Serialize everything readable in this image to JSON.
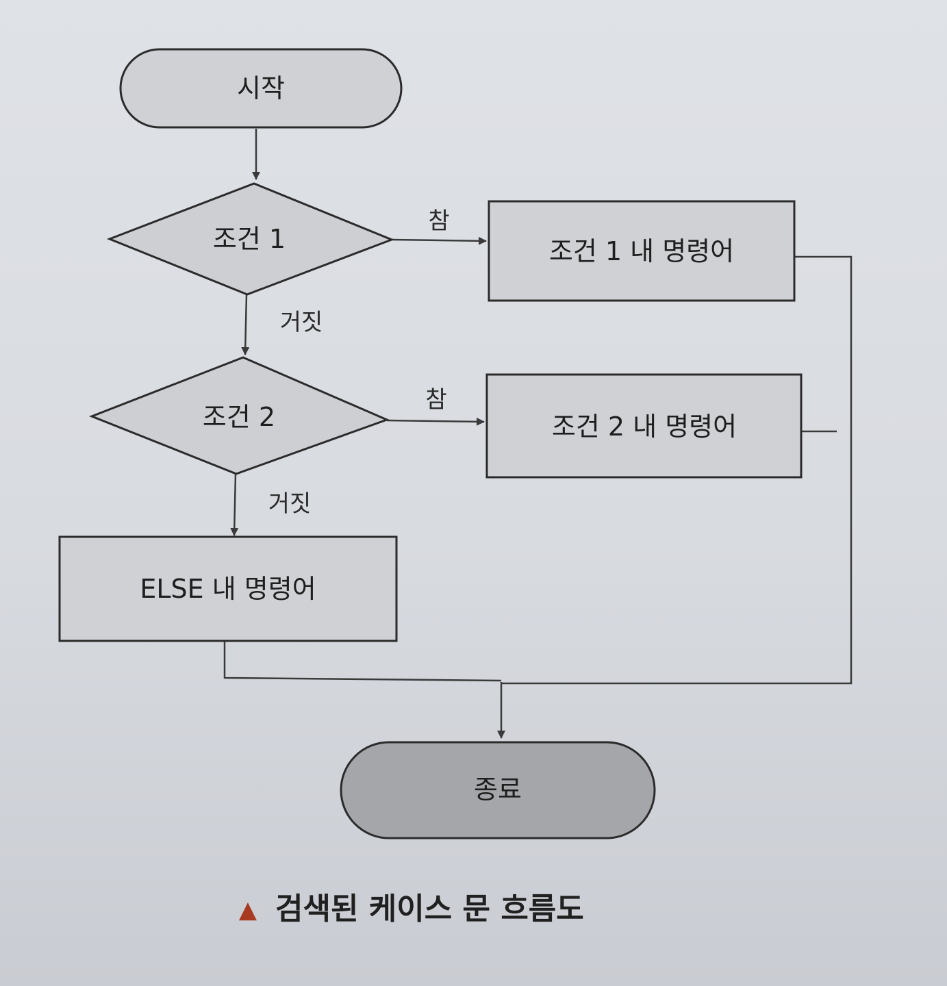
{
  "flowchart": {
    "start": "시작",
    "cond1": "조건 1",
    "cond2": "조건 2",
    "cmd1": "조건 1 내 명령어",
    "cmd2": "조건 2 내 명령어",
    "else_cmd": "ELSE 내 명령어",
    "end": "종료",
    "true_label": "참",
    "false_label": "거짓"
  },
  "caption": {
    "marker": "▲",
    "text": "검색된 케이스 문 흐름도"
  },
  "colors": {
    "node_fill": "#cfd1d5",
    "end_fill": "#a4a6aa",
    "line": "#3a3a3a",
    "marker": "#a83a22"
  }
}
